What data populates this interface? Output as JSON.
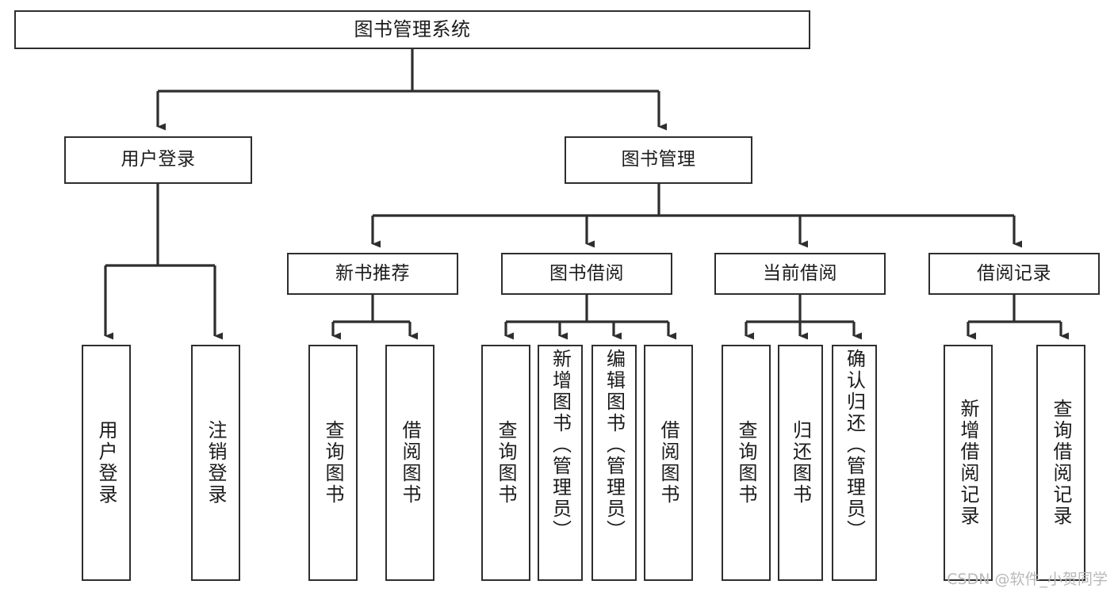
{
  "diagram": {
    "title": "图书管理系统",
    "type": "tree-hierarchy",
    "orientation": "top-down",
    "colors": {
      "stroke": "#2e2e2e",
      "fill": "#ffffff",
      "text": "#1b1b1b",
      "watermark": "#b9b9b9"
    },
    "nodes": {
      "root": {
        "label": "图书管理系统"
      },
      "level1": [
        {
          "id": "user-login",
          "label": "用户登录"
        },
        {
          "id": "book-manage",
          "label": "图书管理"
        }
      ],
      "level2": [
        {
          "id": "new-book-recommend",
          "label": "新书推荐"
        },
        {
          "id": "book-borrow",
          "label": "图书借阅"
        },
        {
          "id": "current-borrow",
          "label": "当前借阅"
        },
        {
          "id": "borrow-record",
          "label": "借阅记录"
        }
      ],
      "leaves": {
        "user_login": [
          {
            "id": "leaf-user-login",
            "label": "用户登录"
          },
          {
            "id": "leaf-logout-login",
            "label": "注销登录"
          }
        ],
        "new_book_recommend": [
          {
            "id": "leaf-query-book-1",
            "label": "查询图书"
          },
          {
            "id": "leaf-borrow-book-1",
            "label": "借阅图书"
          }
        ],
        "book_borrow": [
          {
            "id": "leaf-query-book-2",
            "label": "查询图书"
          },
          {
            "id": "leaf-add-book",
            "label": "新增图书（管理员）"
          },
          {
            "id": "leaf-edit-book",
            "label": "编辑图书（管理员）"
          },
          {
            "id": "leaf-borrow-book-2",
            "label": "借阅图书"
          }
        ],
        "current_borrow": [
          {
            "id": "leaf-query-book-3",
            "label": "查询图书"
          },
          {
            "id": "leaf-return-book",
            "label": "归还图书"
          },
          {
            "id": "leaf-confirm-return",
            "label": "确认归还（管理员）"
          }
        ],
        "borrow_record": [
          {
            "id": "leaf-add-borrow-record",
            "label": "新增借阅记录"
          },
          {
            "id": "leaf-query-borrow-record",
            "label": "查询借阅记录"
          }
        ]
      }
    },
    "watermark": "CSDN @软件_小贺同学"
  }
}
